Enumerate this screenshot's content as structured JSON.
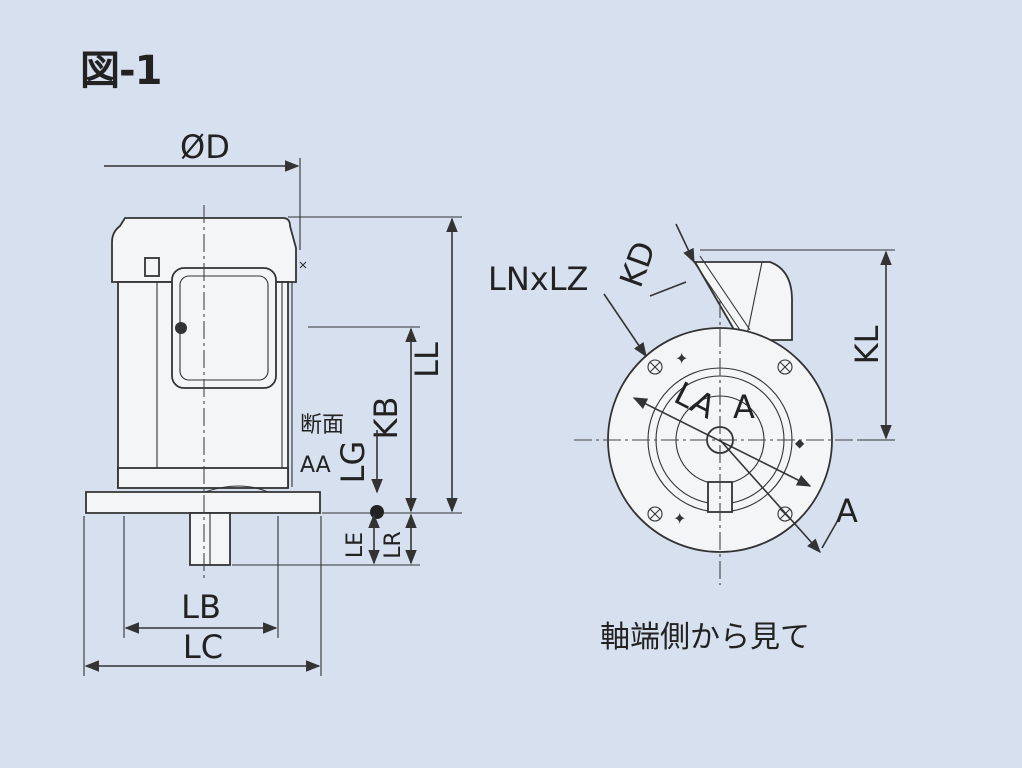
{
  "figure_title": "図-1",
  "labels": {
    "od": "ØD",
    "ll": "LL",
    "kb": "KB",
    "lg": "LG",
    "section": "断面",
    "section_aa": "AA",
    "le": "LE",
    "lr": "LR",
    "lb": "LB",
    "lc": "LC",
    "lnxlz": "LNxLZ",
    "kd": "KD",
    "kl": "KL",
    "la": "LA",
    "a_center": "A",
    "a_edge": "A",
    "shaft_view_caption": "軸端側から見て"
  }
}
